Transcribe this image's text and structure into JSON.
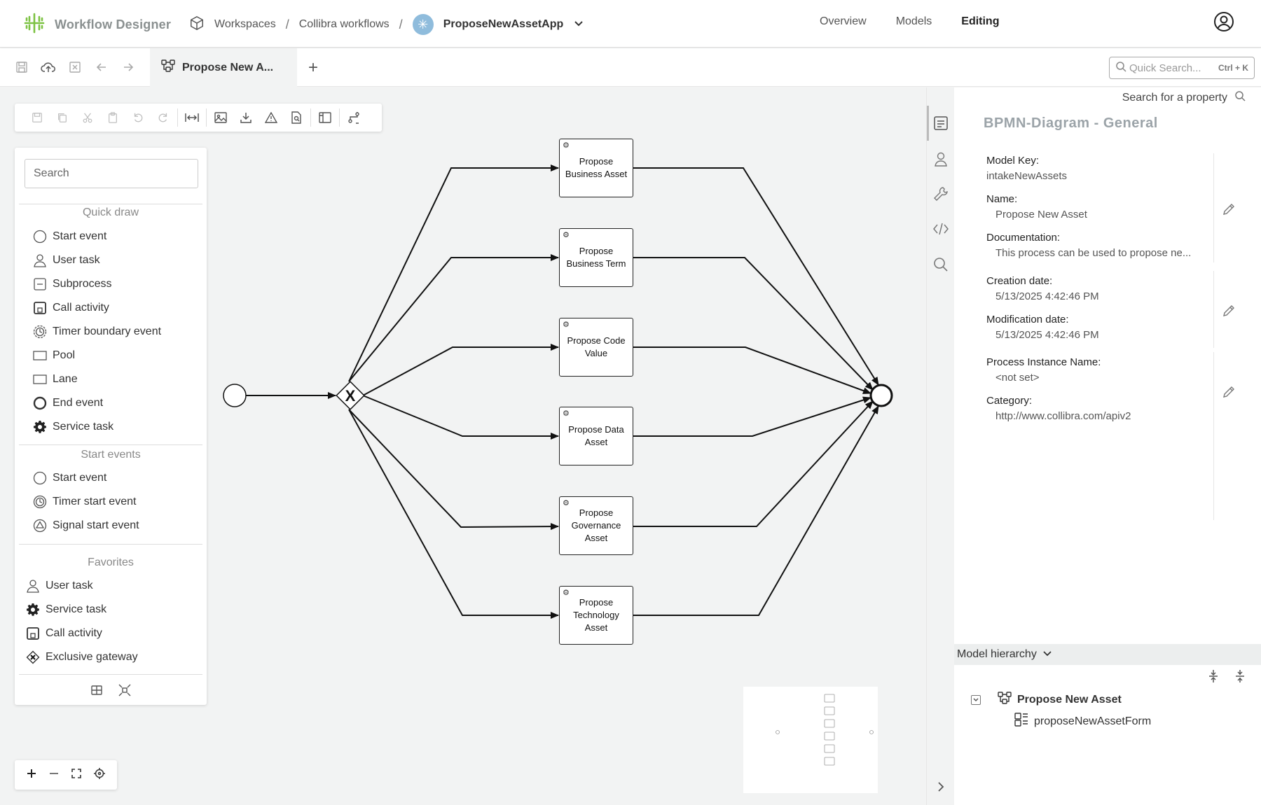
{
  "header": {
    "app_title": "Workflow Designer",
    "breadcrumb_workspaces": "Workspaces",
    "breadcrumb_sep": "/",
    "breadcrumb_collibra": "Collibra workflows",
    "breadcrumb_app": "ProposeNewAssetApp",
    "app_badge": "✳",
    "nav": [
      "Overview",
      "Models",
      "Editing"
    ],
    "active_nav": "Editing"
  },
  "tabbar": {
    "tab_label": "Propose New A...",
    "add_label": "+",
    "quick_search_placeholder": "Quick Search...",
    "quick_search_shortcut": "Ctrl + K"
  },
  "palette": {
    "search_placeholder": "Search",
    "sections": [
      {
        "title": "Quick draw",
        "items": [
          {
            "label": "Start event",
            "icon": "start-event-icon"
          },
          {
            "label": "User task",
            "icon": "user-task-icon"
          },
          {
            "label": "Subprocess",
            "icon": "subprocess-icon"
          },
          {
            "label": "Call activity",
            "icon": "call-activity-icon"
          },
          {
            "label": "Timer boundary event",
            "icon": "timer-icon"
          },
          {
            "label": "Pool",
            "icon": "pool-icon"
          },
          {
            "label": "Lane",
            "icon": "lane-icon"
          },
          {
            "label": "End event",
            "icon": "end-event-icon"
          },
          {
            "label": "Service task",
            "icon": "gear-icon"
          }
        ]
      },
      {
        "title": "Start events",
        "items": [
          {
            "label": "Start event",
            "icon": "start-event-icon"
          },
          {
            "label": "Timer start event",
            "icon": "timer-icon"
          },
          {
            "label": "Signal start event",
            "icon": "signal-icon"
          }
        ]
      },
      {
        "title": "Favorites",
        "items": [
          {
            "label": "User task",
            "icon": "user-task-icon"
          },
          {
            "label": "Service task",
            "icon": "gear-icon"
          },
          {
            "label": "Call activity",
            "icon": "call-activity-icon"
          },
          {
            "label": "Exclusive gateway",
            "icon": "gateway-icon"
          }
        ]
      }
    ]
  },
  "diagram": {
    "tasks": [
      "Propose Business Asset",
      "Propose Business Term",
      "Propose Code Value",
      "Propose Data Asset",
      "Propose Governance Asset",
      "Propose Technology Asset"
    ],
    "gateway_marker": "X"
  },
  "properties": {
    "search_label": "Search for a property",
    "title": "BPMN-Diagram - General",
    "model_key_label": "Model Key:",
    "model_key": "intakeNewAssets",
    "name_label": "Name:",
    "name": "Propose New Asset",
    "documentation_label": "Documentation:",
    "documentation": "This process can be used to propose ne...",
    "creation_label": "Creation date:",
    "creation_date": "5/13/2025 4:42:46 PM",
    "modification_label": "Modification date:",
    "modification_date": "5/13/2025 4:42:46 PM",
    "instance_label": "Process Instance Name:",
    "instance_name": "<not set>",
    "category_label": "Category:",
    "category": "http://www.collibra.com/apiv2"
  },
  "hierarchy": {
    "title": "Model hierarchy",
    "root": "Propose New Asset",
    "child": "proposeNewAssetForm"
  }
}
